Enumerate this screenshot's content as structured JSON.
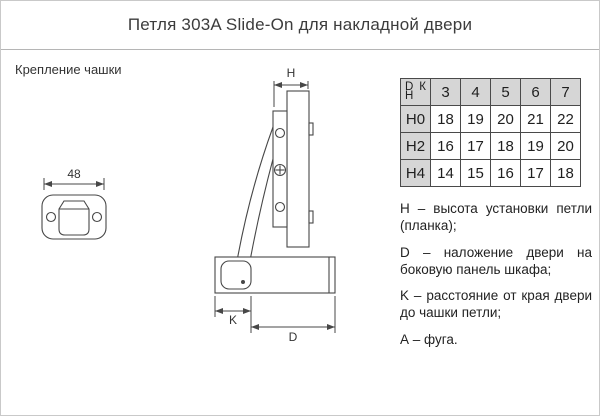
{
  "page": {
    "title": "Петля 303A Slide-On для накладной двери"
  },
  "cup_mounting": {
    "label": "Крепление чашки",
    "width_dim": "48"
  },
  "drawing": {
    "h_label": "H",
    "k_label": "K",
    "d_label": "D"
  },
  "table": {
    "corner": {
      "d": "D",
      "k": "К",
      "h": "H"
    },
    "columns": [
      "3",
      "4",
      "5",
      "6",
      "7"
    ],
    "rows": [
      {
        "label": "H0",
        "values": [
          "18",
          "19",
          "20",
          "21",
          "22"
        ]
      },
      {
        "label": "H2",
        "values": [
          "16",
          "17",
          "18",
          "19",
          "20"
        ]
      },
      {
        "label": "H4",
        "values": [
          "14",
          "15",
          "16",
          "17",
          "18"
        ]
      }
    ]
  },
  "legend": {
    "items": [
      "H – высота установки петли (планка);",
      "D – наложение двери на боковую панель шкафа;",
      "K – расстояние от края двери до чашки петли;",
      "А – фуга."
    ]
  }
}
